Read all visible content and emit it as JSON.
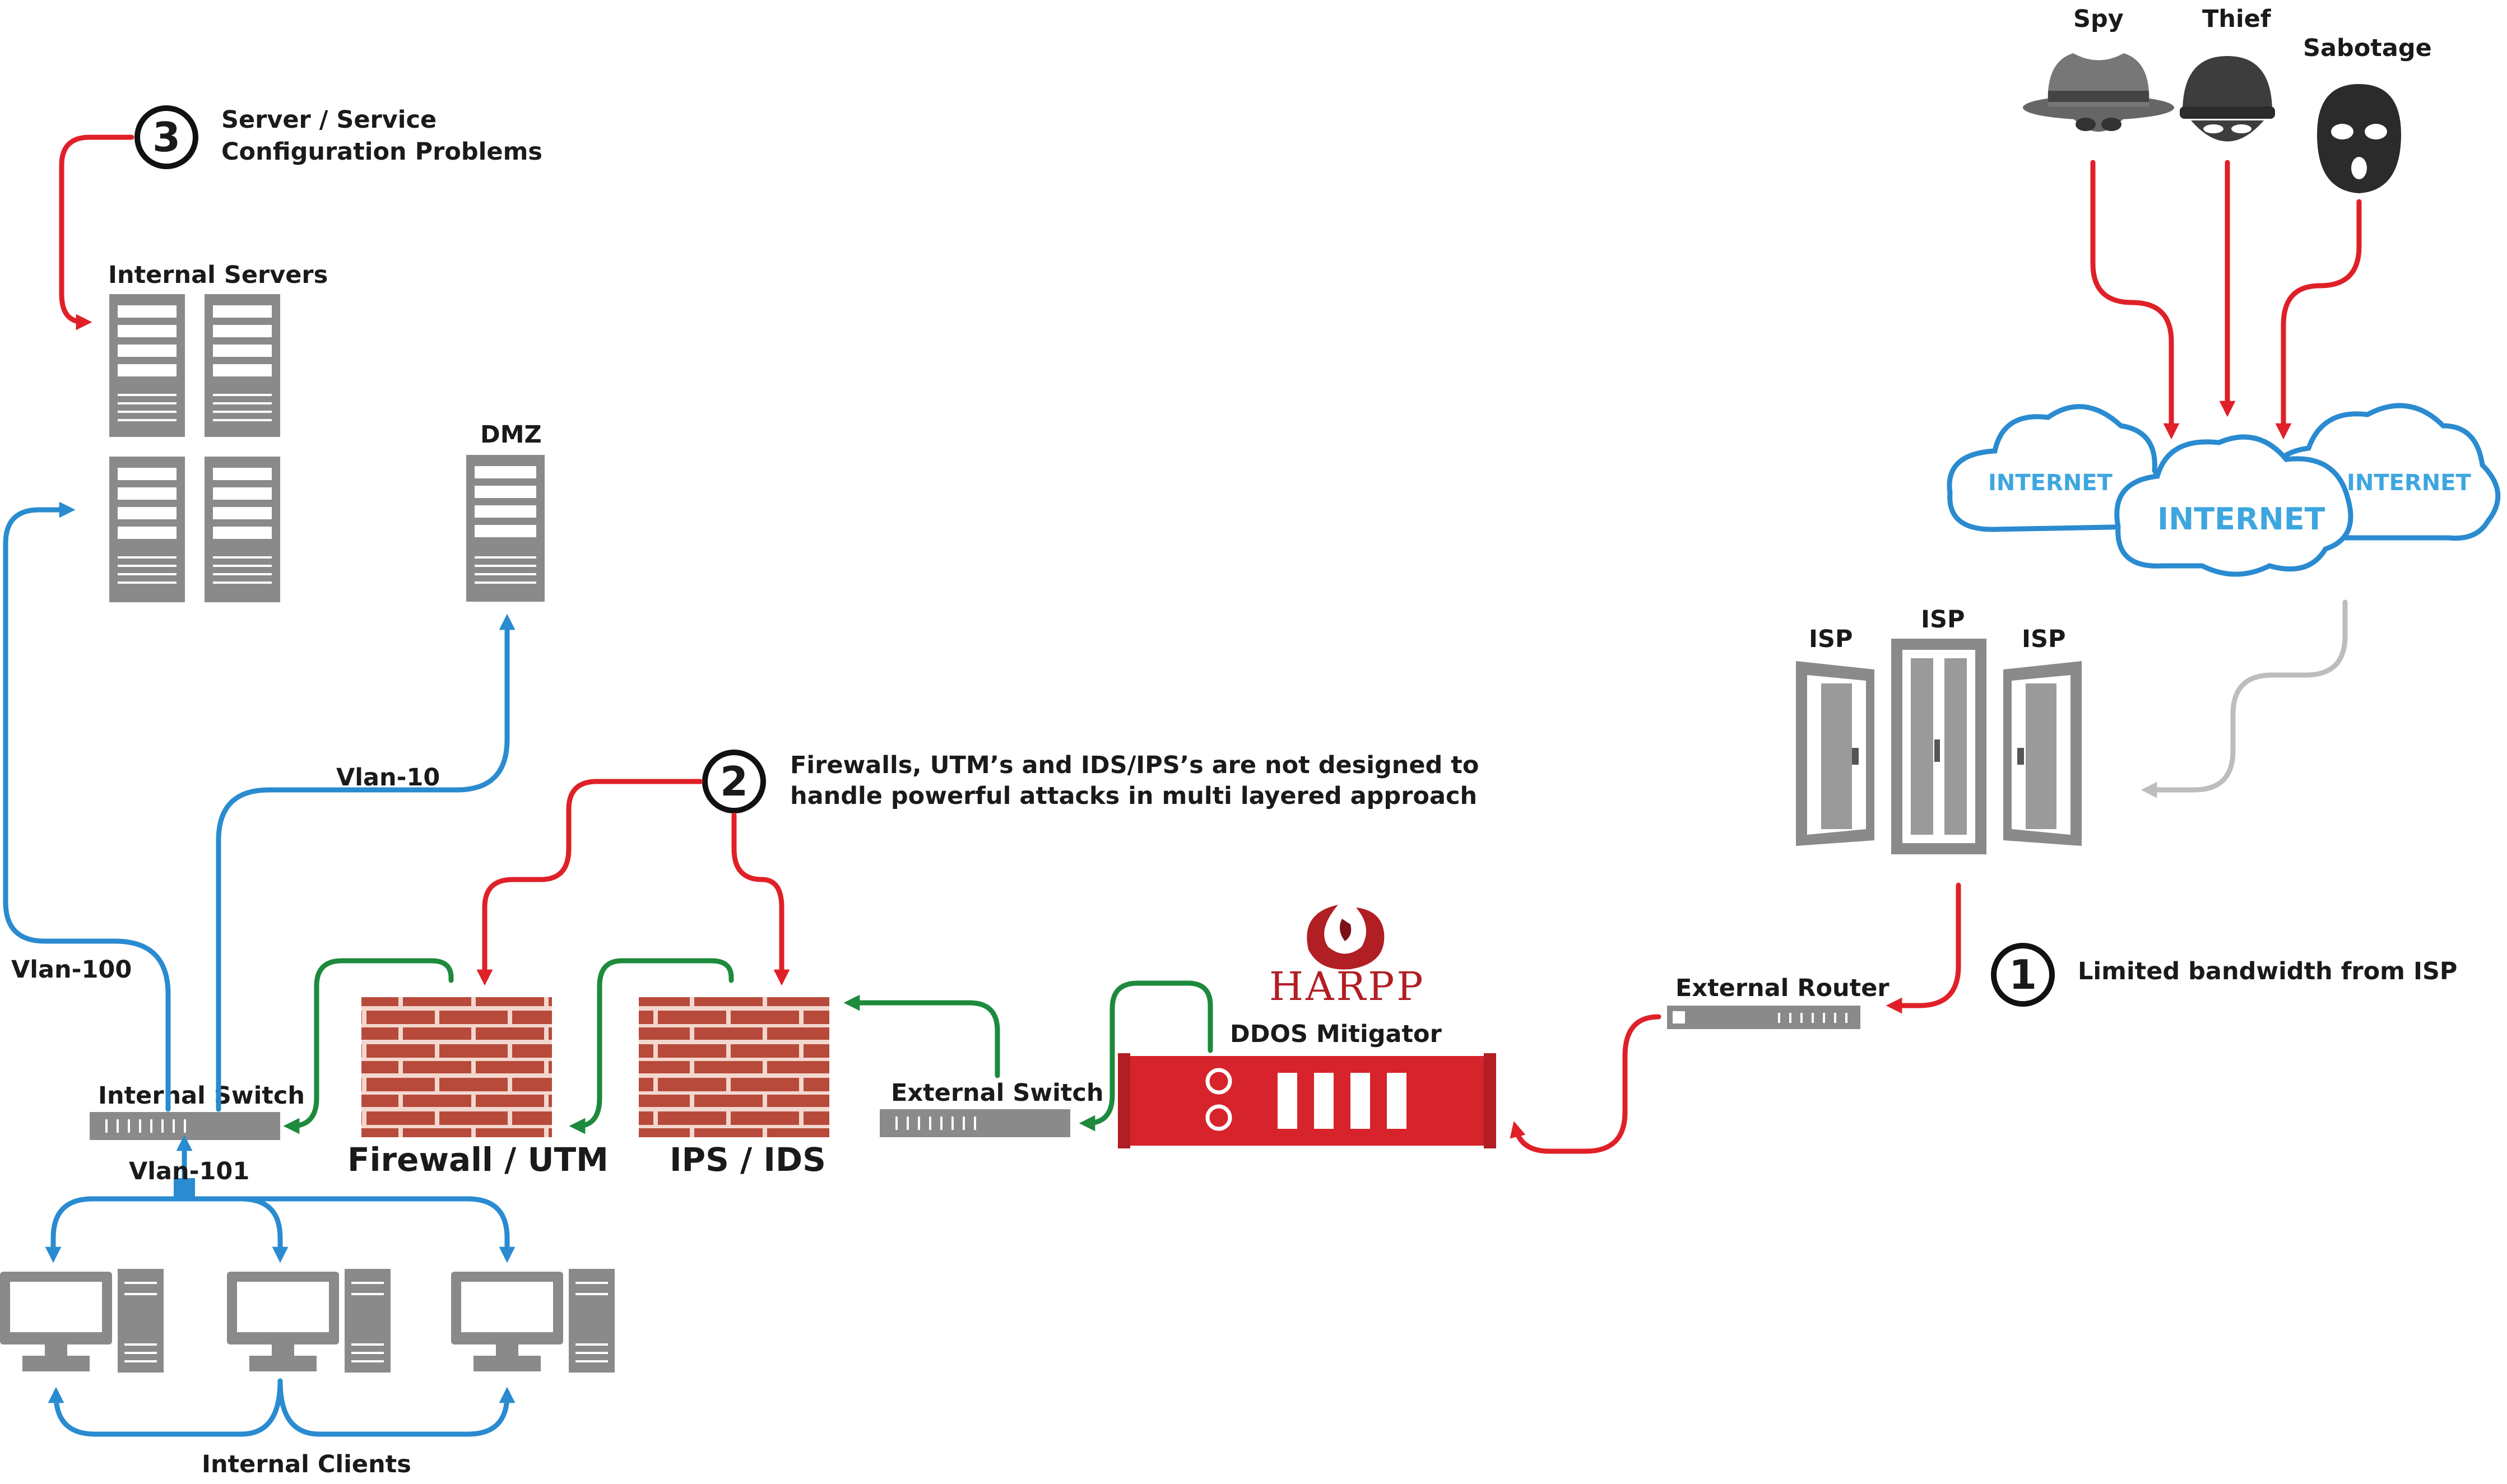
{
  "threats": {
    "spy": "Spy",
    "thief": "Thief",
    "sabotage": "Sabotage"
  },
  "internet": {
    "left": "INTERNET",
    "center": "INTERNET",
    "right": "INTERNET"
  },
  "isp": {
    "left": "ISP",
    "center": "ISP",
    "right": "ISP"
  },
  "callouts": {
    "one": {
      "number": "1",
      "text": "Limited bandwidth from ISP"
    },
    "two": {
      "number": "2",
      "line1": "Firewalls, UTM’s and IDS/IPS’s are not designed to",
      "line2": "handle powerful attacks in multi layered approach"
    },
    "three": {
      "number": "3",
      "line1": "Server / Service",
      "line2": "Configuration Problems"
    }
  },
  "devices": {
    "external_router": "External Router",
    "ddos_brand": "HARPP",
    "ddos_label": "DDOS Mitigator",
    "external_switch": "External Switch",
    "ips": "IPS / IDS",
    "firewall": "Firewall / UTM",
    "internal_switch": "Internal Switch",
    "internal_servers": "Internal Servers",
    "dmz": "DMZ",
    "internal_clients": "Internal Clients"
  },
  "vlans": {
    "vlan10": "Vlan-10",
    "vlan100": "Vlan-100",
    "vlan101": "Vlan-101"
  },
  "colors": {
    "attack_red": "#e02028",
    "internal_blue": "#2a8bd0",
    "clean_green": "#1d8a3c",
    "isp_gray": "#bdbdbd",
    "harpp_red": "#d7232b",
    "brick": "#b74a3a"
  }
}
